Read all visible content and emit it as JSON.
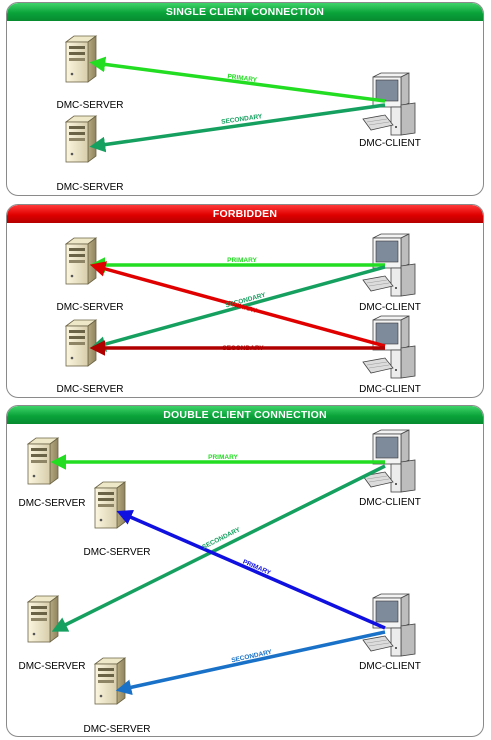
{
  "panels": {
    "single": {
      "title": "SINGLE CLIENT CONNECTION"
    },
    "forbidden": {
      "title": "FORBIDDEN"
    },
    "double": {
      "title": "DOUBLE CLIENT CONNECTION"
    }
  },
  "labels": {
    "server": "DMC-SERVER",
    "client": "DMC-CLIENT",
    "primary": "PRIMARY",
    "secondary": "SECONDARY"
  },
  "colors": {
    "primary": "#22dd22",
    "secondary": "#16a060",
    "forbidden": "#e00000",
    "double_primary": "#1010e0",
    "double_secondary": "#1a72c8"
  }
}
